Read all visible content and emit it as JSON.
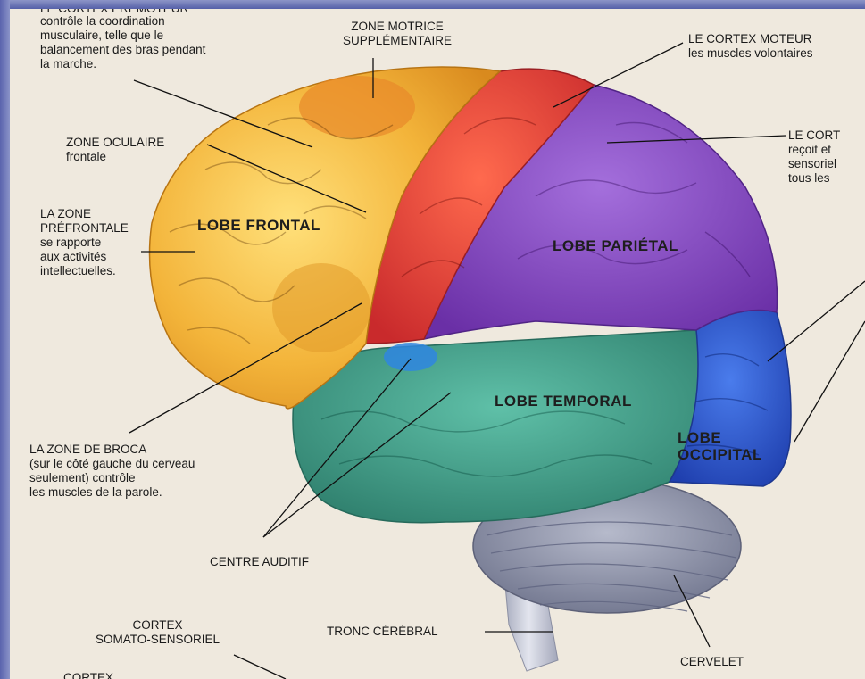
{
  "labels": {
    "premotor_top": "LE CORTEX PRÉMOTEUR",
    "premotor": "contrôle la coordination\nmusculaire, telle que le\nbalancement des bras pendant\nla marche.",
    "zone_motrice": "ZONE MOTRICE\nSUPPLÉMENTAIRE",
    "cortex_moteur_title": "LE CORTEX MOTEUR",
    "cortex_moteur_text": "les muscles volontaires",
    "zone_oculaire_title": "ZONE OCULAIRE",
    "zone_oculaire_text": "frontale",
    "prefrontale": "LA ZONE\nPRÉFRONTALE\nse rapporte\naux activités\nintellectuelles.",
    "cortex_somato_right": "LE CORT\nreçoit et\nsensoriel\ntous les",
    "broca": "LA ZONE DE BROCA\n(sur le côté gauche du cerveau\nseulement) contrôle\nles muscles de la parole.",
    "centre_auditif": "CENTRE AUDITIF",
    "cortex_somato_bottom": "CORTEX\nSOMATO-SENSORIEL",
    "cortex_cut": "CORTEX",
    "tronc": "TRONC CÉRÉBRAL",
    "cervelet": "CERVELET"
  },
  "lobes": {
    "frontal": "LOBE FRONTAL",
    "parietal": "LOBE PARIÉTAL",
    "temporal": "LOBE TEMPORAL",
    "occipital": "LOBE\nOCCIPITAL"
  },
  "colors": {
    "frontal": "#f0b43a",
    "motor": "#e2453a",
    "parietal": "#8a50c0",
    "temporal": "#3f9e88",
    "occipital": "#2f5ed0",
    "cerebellum": "#8a8fa8",
    "background": "#efe9de",
    "frame": "#3c4a9c"
  }
}
